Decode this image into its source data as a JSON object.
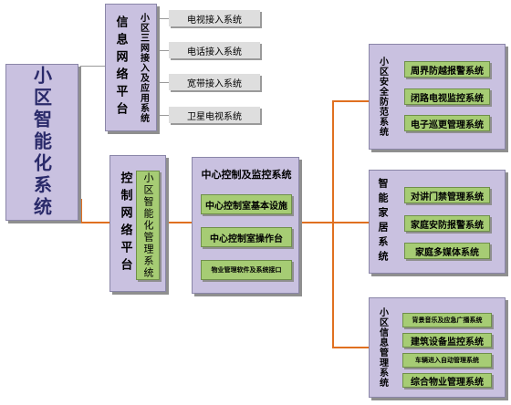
{
  "root": {
    "label": "小区智能化系统"
  },
  "info_platform": {
    "label": "信息网络平台",
    "subsystem": "小区三网接入及应用系统",
    "items": [
      "电视接入系统",
      "电话接入系统",
      "宽带接入系统",
      "卫星电视系统"
    ]
  },
  "control_platform": {
    "label": "控制网络平台",
    "subsystem": "小区智能化管理系统"
  },
  "center": {
    "title": "中心控制及监控系统",
    "items": [
      "中心控制室基本设施",
      "中心控制室操作台",
      "物业管理软件及系统接口"
    ]
  },
  "security": {
    "label": "小区安全防范系统",
    "items": [
      "周界防越报警系统",
      "闭路电视监控系统",
      "电子巡更管理系统"
    ]
  },
  "smart_home": {
    "label": "智能家居系统",
    "items": [
      "对讲门禁管理系统",
      "家庭安防报警系统",
      "家庭多媒体系统"
    ]
  },
  "info_mgmt": {
    "label": "小区信息管理系统",
    "items": [
      "背景音乐及应急广播系统",
      "建筑设备监控系统",
      "车辆进入自动管理系统",
      "综合物业管理系统"
    ]
  },
  "colors": {
    "lavender": "#c9c1e0",
    "green": "#a6cc74",
    "gray": "#dedede",
    "orange_line": "#e07020"
  }
}
